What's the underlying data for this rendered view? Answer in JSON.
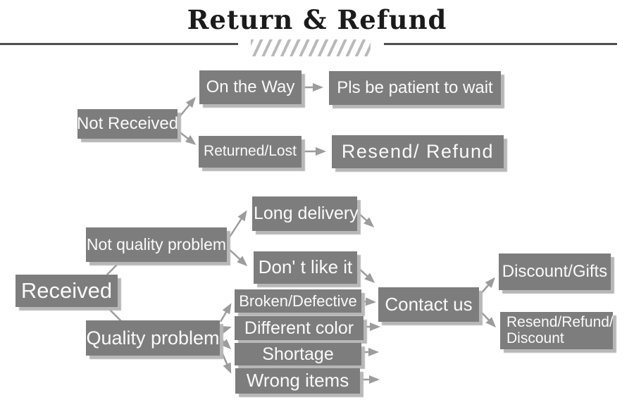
{
  "header": {
    "title": "Return & Refund"
  },
  "colors": {
    "box_fill": "#7d7d7d",
    "box_text": "#fafafa",
    "box_shadow": "#b7b7b7",
    "arrow": "#9c9c9c",
    "title_text": "#1b1b1b",
    "rule": "#4f4f4f",
    "hatch": "#b9b9b9"
  },
  "labels": {
    "not_received": "Not Received",
    "on_the_way": "On the Way",
    "pls_wait": "Pls be patient to wait",
    "returned_lost": "Returned/Lost",
    "resend_refund": "Resend/ Refund",
    "received": "Received",
    "not_quality_problem": "Not quality problem",
    "quality_problem": "Quality problem",
    "long_delivery": "Long delivery",
    "dont_like_it": "Don' t like it",
    "broken_defective": "Broken/Defective",
    "different_color": "Different color",
    "shortage": "Shortage",
    "wrong_items": "Wrong items",
    "contact_us": "Contact us",
    "discount_gifts": "Discount/Gifts",
    "resend_refund_discount_line1": "Resend/Refund/",
    "resend_refund_discount_line2": "Discount"
  },
  "edges": [
    {
      "from": "Not Received",
      "to": "On the Way"
    },
    {
      "from": "Not Received",
      "to": "Returned/Lost"
    },
    {
      "from": "On the Way",
      "to": "Pls be patient to wait"
    },
    {
      "from": "Returned/Lost",
      "to": "Resend/ Refund"
    },
    {
      "from": "Received",
      "to": "Not quality problem"
    },
    {
      "from": "Received",
      "to": "Quality problem"
    },
    {
      "from": "Not quality problem",
      "to": "Long delivery"
    },
    {
      "from": "Not quality problem",
      "to": "Don' t like it"
    },
    {
      "from": "Long delivery",
      "to": ""
    },
    {
      "from": "Don' t like it",
      "to": "Contact us"
    },
    {
      "from": "Quality problem",
      "to": "Broken/Defective"
    },
    {
      "from": "Quality problem",
      "to": "Different color"
    },
    {
      "from": "Quality problem",
      "to": "Shortage"
    },
    {
      "from": "Quality problem",
      "to": "Wrong items"
    },
    {
      "from": "Broken/Defective",
      "to": "Contact us"
    },
    {
      "from": "Different color",
      "to": "Contact us"
    },
    {
      "from": "Shortage",
      "to": "Contact us"
    },
    {
      "from": "Wrong items",
      "to": "Contact us"
    },
    {
      "from": "Contact us",
      "to": "Discount/Gifts"
    },
    {
      "from": "Contact us",
      "to": "Resend/Refund/Discount"
    }
  ]
}
